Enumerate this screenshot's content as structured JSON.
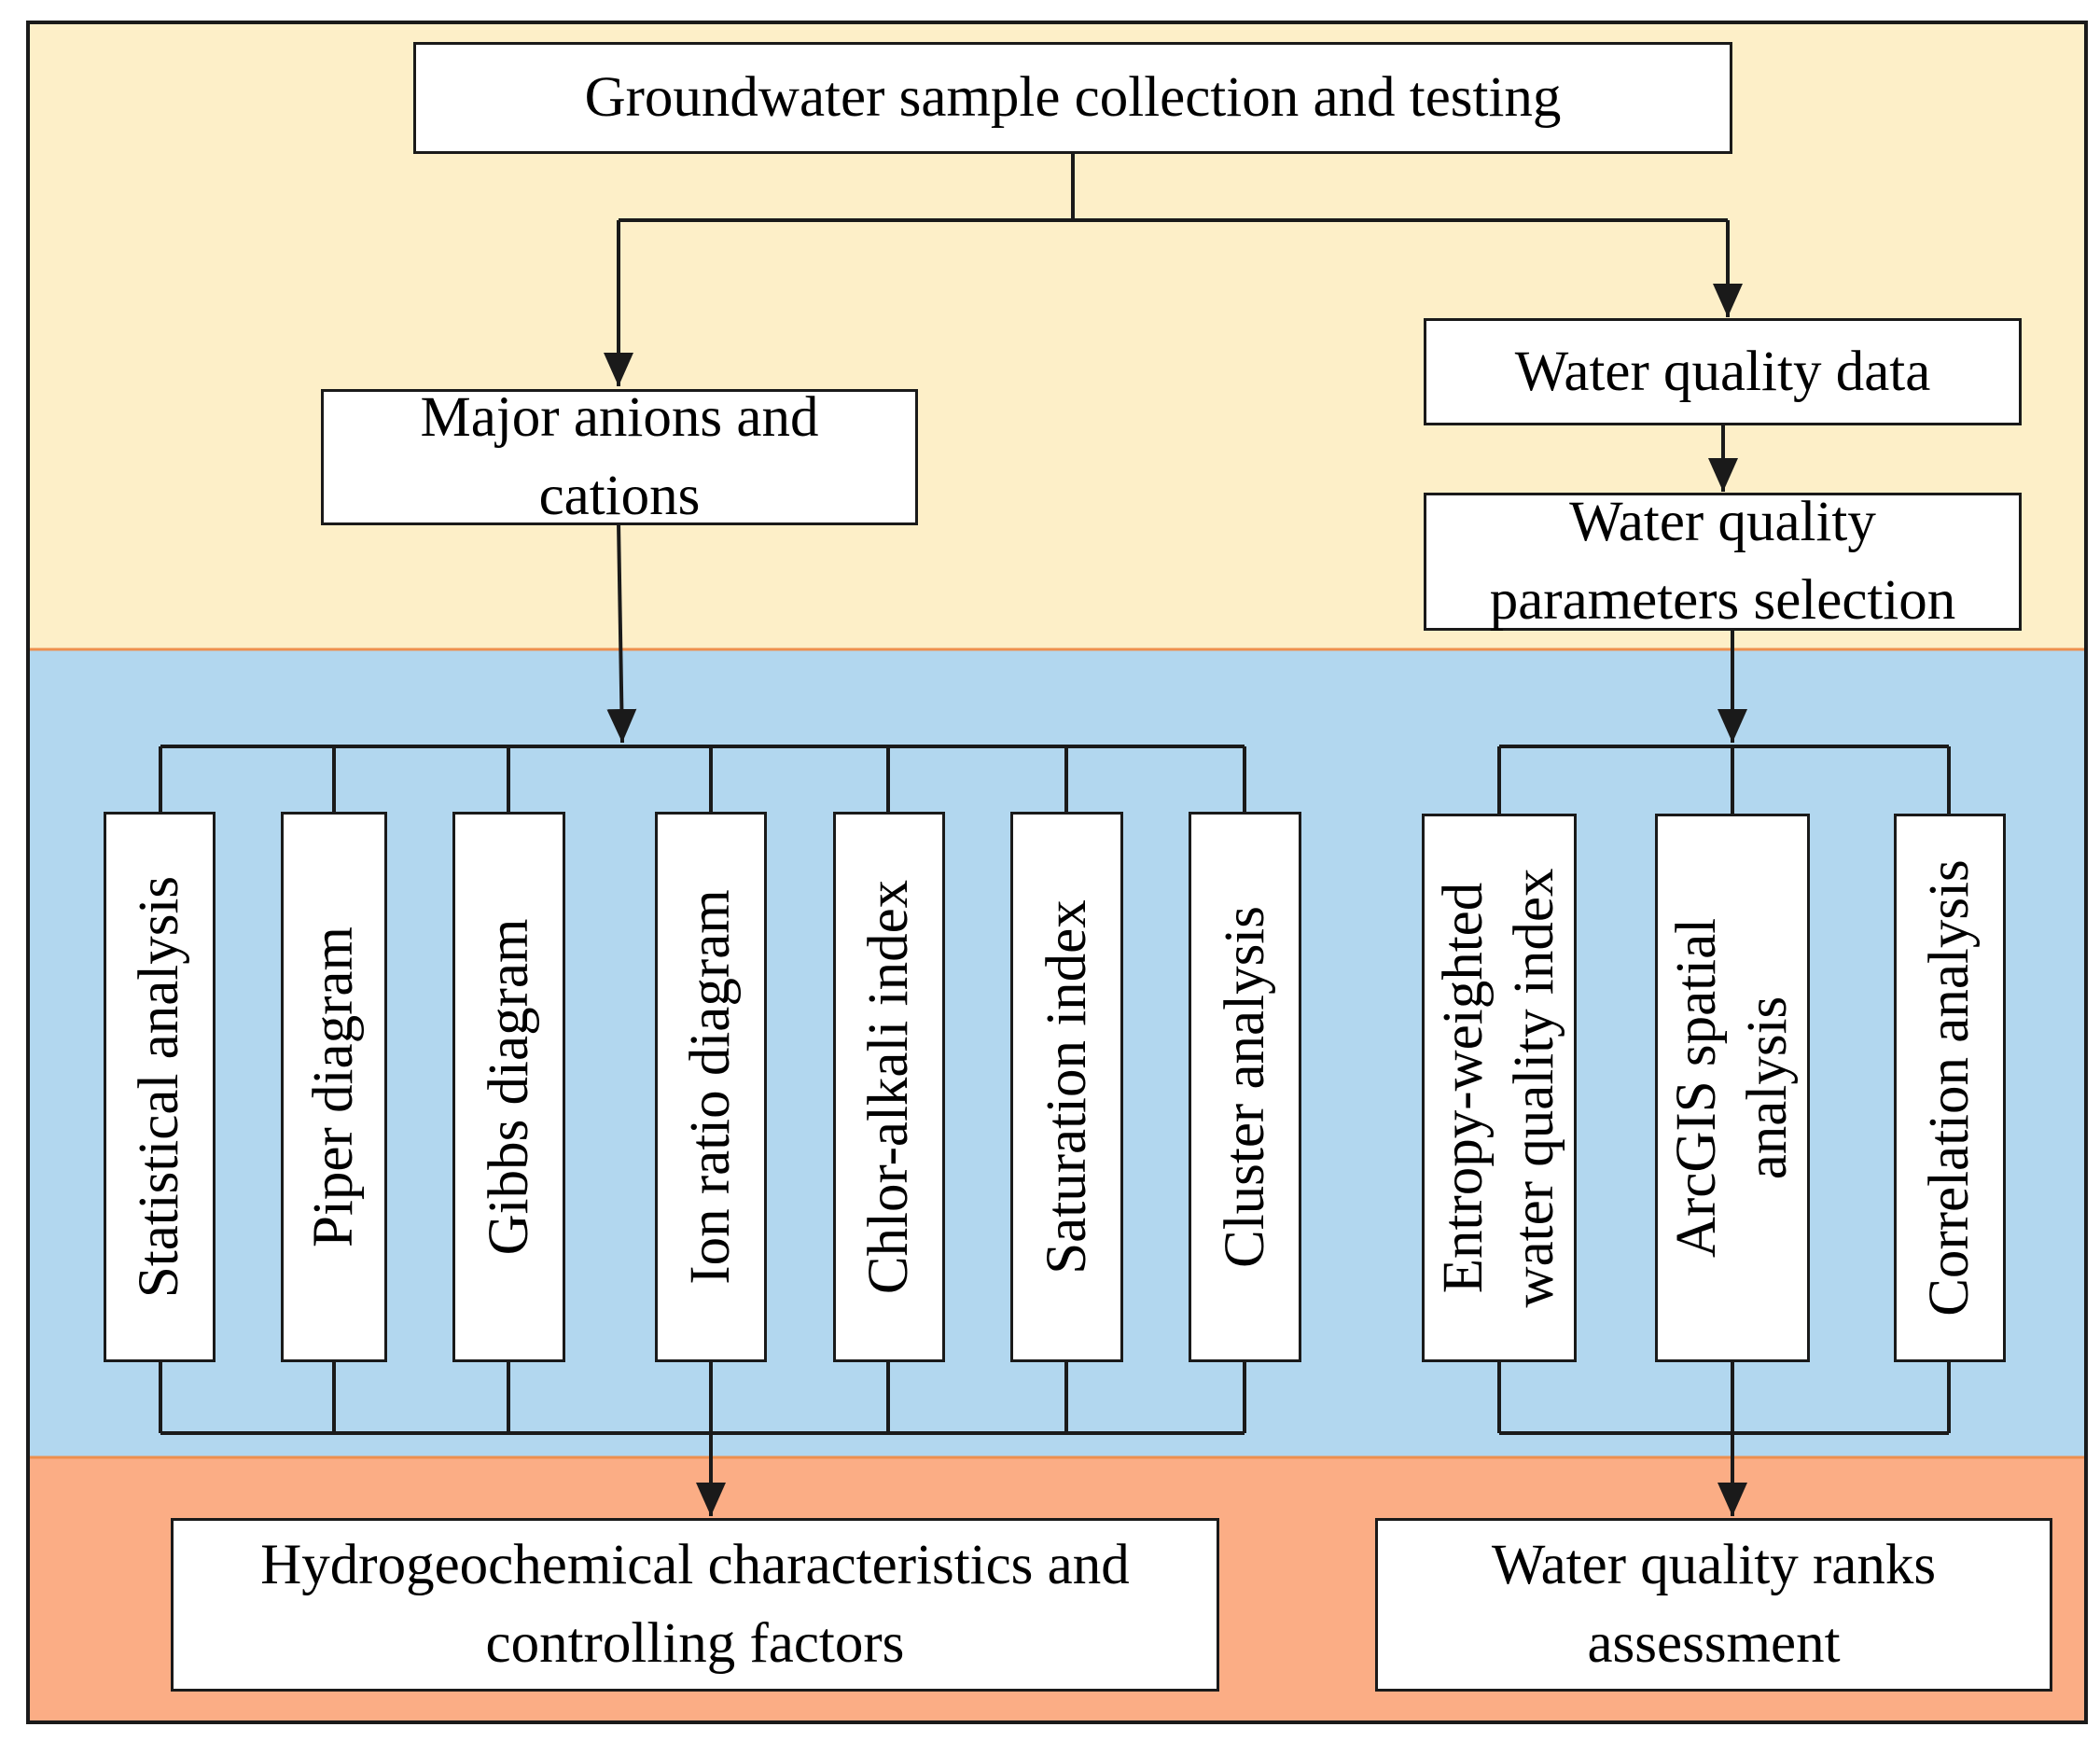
{
  "colors": {
    "top_band": "#fdefc8",
    "middle_band": "#b2d7ef",
    "bottom_band": "#fbad85",
    "band_divider": "#ed8f4e",
    "frame": "#1a1a1a",
    "box_fill": "#ffffff"
  },
  "top": {
    "source": "Groundwater sample collection and testing",
    "left_branch": [
      "Major anions and",
      "cations"
    ],
    "right_data": "Water quality data",
    "right_selection": [
      "Water quality",
      "parameters selection"
    ]
  },
  "methods_left": [
    "Statistical analysis",
    "Piper diagram",
    "Gibbs diagram",
    "Ion ratio diagram",
    "Chlor-alkali index",
    "Saturation index",
    "Cluster analysis"
  ],
  "methods_right": [
    [
      "Entropy-weighted",
      "water quality index"
    ],
    [
      "ArcGIS spatial",
      "analysis"
    ],
    [
      "Correlation analysis"
    ]
  ],
  "results": {
    "left": [
      "Hydrogeochemical characteristics and",
      "controlling factors"
    ],
    "right": [
      "Water quality ranks",
      "assessment"
    ]
  }
}
